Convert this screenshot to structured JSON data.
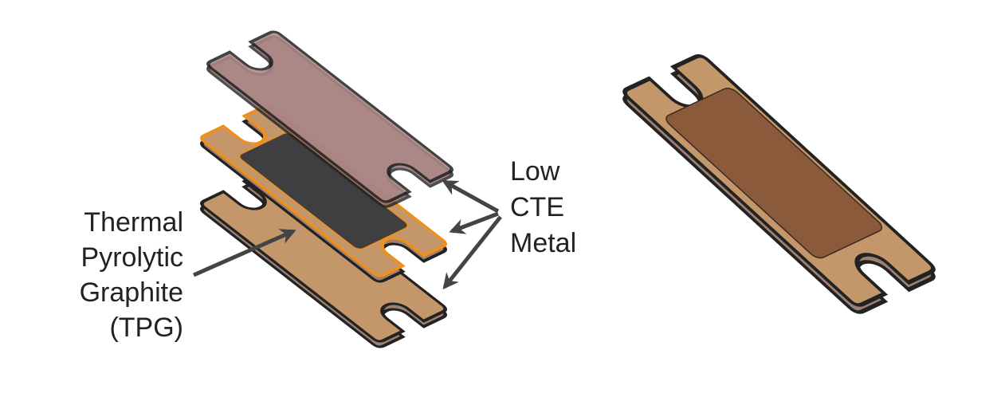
{
  "labels": {
    "tpg": [
      "Thermal",
      "Pyrolytic",
      "Graphite",
      "(TPG)"
    ],
    "metal": [
      "Low",
      "CTE",
      "Metal"
    ]
  },
  "colors": {
    "top_plate": "#ad8887",
    "copper": "#c4976a",
    "edge": "#9c8072",
    "graphite": "#3f3f42",
    "orange_outline": "#f0901a",
    "pad": "#8b5a3a",
    "arrow": "#444444"
  }
}
